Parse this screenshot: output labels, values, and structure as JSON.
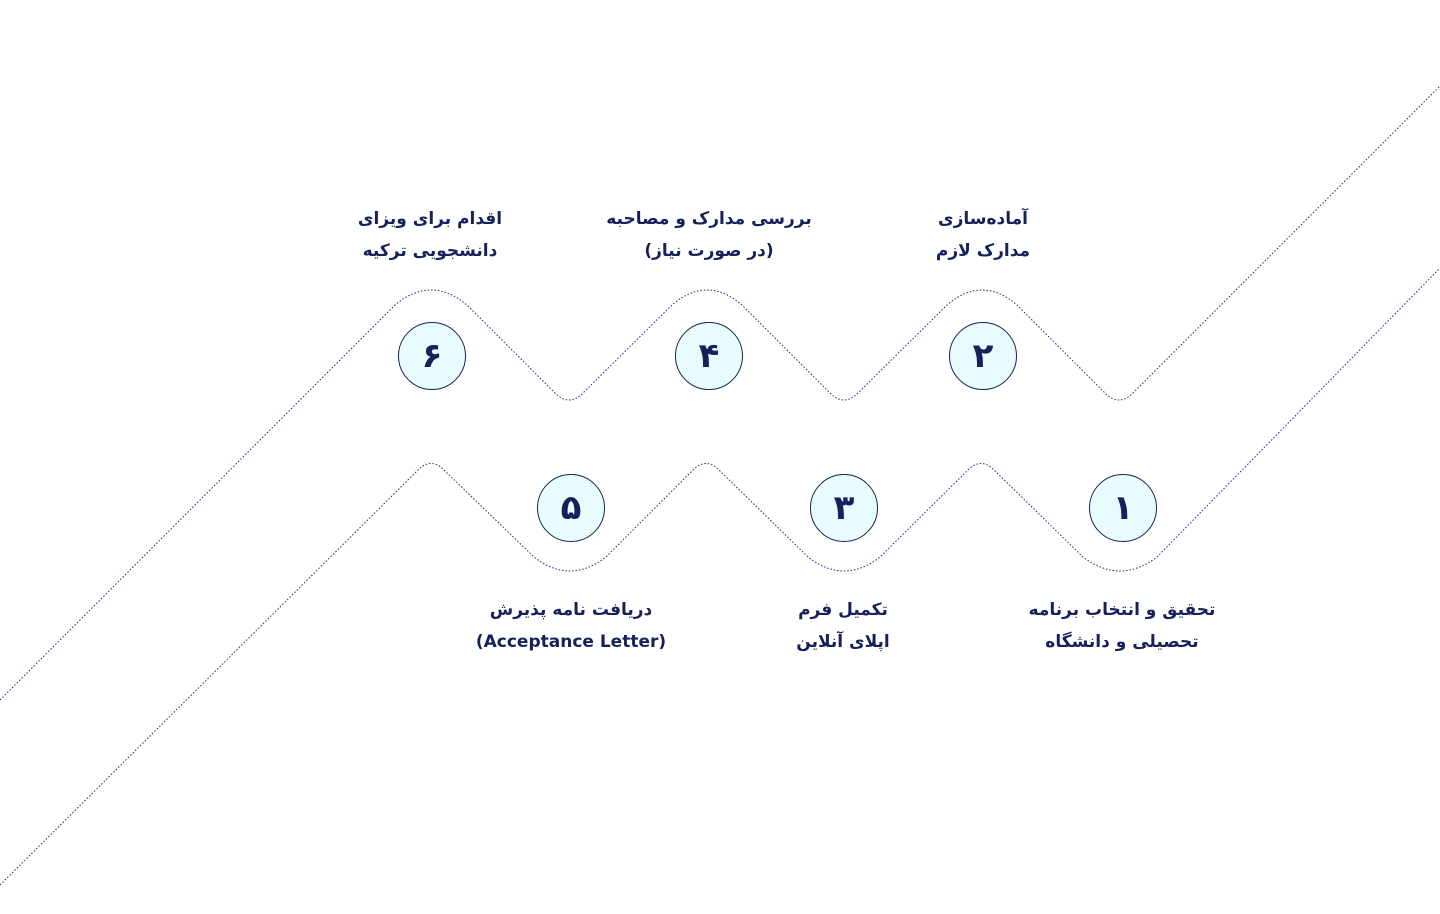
{
  "colors": {
    "path": "#2a2f8f",
    "circle_fill": "#e8fbfd",
    "circle_border": "#16215a",
    "text": "#16215a",
    "background": "#ffffff"
  },
  "steps": [
    {
      "number": "۱",
      "label_line1": "تحقیق و انتخاب برنامه",
      "label_line2": "تحصیلی و دانشگاه"
    },
    {
      "number": "۲",
      "label_line1": "آماده‌سازی",
      "label_line2": "مدارک لازم"
    },
    {
      "number": "۳",
      "label_line1": "تکمیل فرم",
      "label_line2": "اپلای آنلاین"
    },
    {
      "number": "۴",
      "label_line1": "بررسی مدارک و مصاحبه",
      "label_line2": "(در صورت نیاز)"
    },
    {
      "number": "۵",
      "label_line1": "دریافت نامه پذیرش",
      "label_line2": "(Acceptance Letter)"
    },
    {
      "number": "۶",
      "label_line1": "اقدام برای ویزای",
      "label_line2": "دانشجویی ترکیه"
    }
  ]
}
